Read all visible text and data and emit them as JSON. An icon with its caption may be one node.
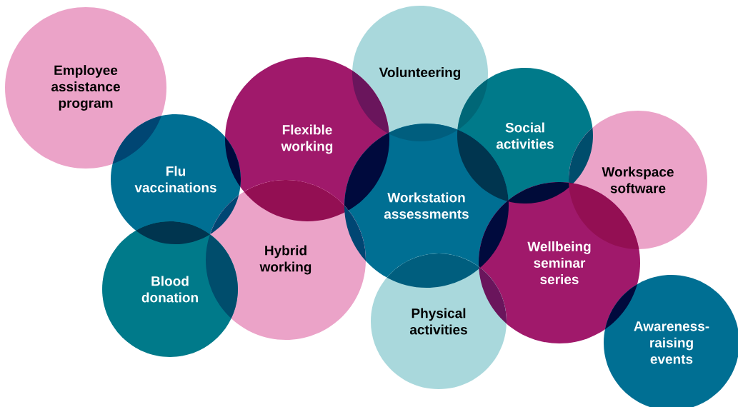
{
  "diagram": {
    "nodes": [
      {
        "text": [
          "Volunteering"
        ]
      },
      {
        "text": [
          "Employee assistance program"
        ]
      },
      {
        "text": [
          "Flexible working"
        ]
      },
      {
        "text": [
          "Social activities"
        ]
      },
      {
        "text": [
          "Workspace software"
        ]
      },
      {
        "text": [
          "Flu vaccinations"
        ]
      },
      {
        "text": [
          "Workstation assessments"
        ]
      },
      {
        "text": [
          "Hybrid working"
        ]
      },
      {
        "text": [
          "Wellbeing seminar series"
        ]
      },
      {
        "text": [
          "Blood donation"
        ]
      },
      {
        "text": [
          "Physical activities"
        ]
      },
      {
        "text": [
          "Awareness-raising events"
        ]
      }
    ]
  }
}
